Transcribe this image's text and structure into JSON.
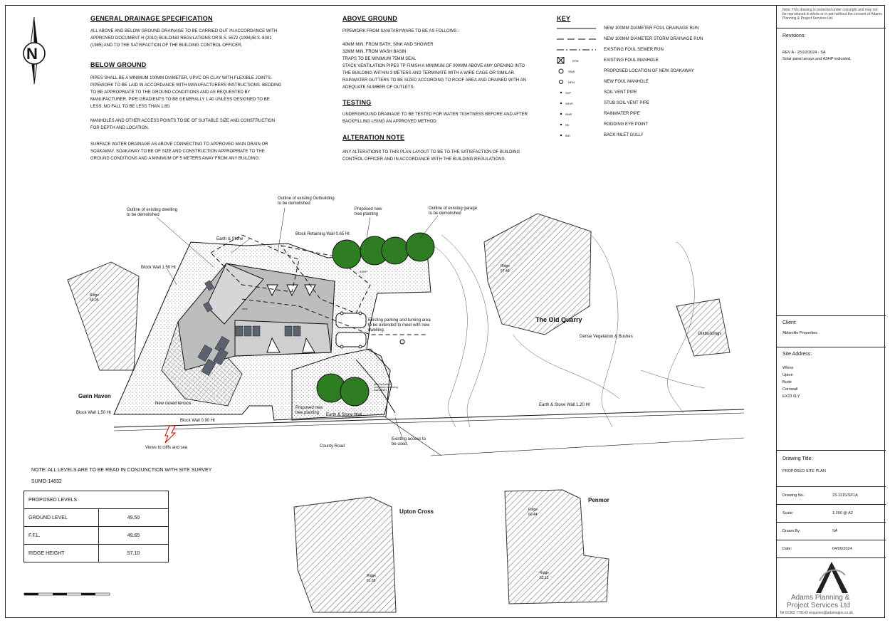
{
  "spec": {
    "general_title": "GENERAL DRAINAGE SPECIFICATION",
    "general_body": "ALL ABOVE AND BELOW GROUND DRAINAGE TO BE CARRIED OUT IN ACCORDANCE WITH\nAPPROVED DOCUMENT H (2010) BUILDING REGULATIONS OR B.S. 5572 (1994)/B.S. 8301\n(1985) AND TO THE SATISFACTION OF THE BUILDING CONTROL OFFICER.",
    "below_title": "BELOW GROUND",
    "below_body_1": "PIPES SHALL BE A MINIMUM 100MM DIAMETER, UPVC OR CLAY WITH FLEXIBLE JOINTS.\nPIPEWORK TO BE LAID IN ACCORDANCE WITH MANUFACTURERS INSTRUCTIONS. BEDDING\nTO BE APPROPRIATE TO THE GROUND CONDITIONS AND AS REQUESTED BY\nMANUFACTURER. PIPE GRADIENTS TO BE GENERALLY 1:40 UNLESS DESIGNED TO BE\nLESS. NO FALL TO BE LESS THAN 1:80.",
    "below_body_2": "MANHOLES AND OTHER ACCESS POINTS TO BE OF SUITABLE SIZE AND CONSTRUCTION\nFOR DEPTH AND LOCATION.",
    "below_body_3": "SURFACE WATER DRAINAGE AS ABOVE CONNECTING TO APPROVED MAIN DRAIN OR\nSOAKAWAY. SOAKAWAY TO BE OF SIZE AND CONSTRUCTION APPROPRIATE TO THE\nGROUND CONDITIONS AND A MINIMUM OF 5 METERS AWAY FROM ANY BUILDING.",
    "above_title": "ABOVE GROUND",
    "above_body_1": "PIPEWORK FROM SANITARYWARE TO BE AS FOLLOWS:-",
    "above_body_2": "40MM MIN. FROM BATH, SINK AND SHOWER\n32MM MIN. FROM WASH BASIN\nTRAPS TO BE MINIMUM 75MM SEAL\nSTACK VENTILATION PIPES TP FINISH A MINIMUM OF 900MM ABOVE ANY OPENING INTO\nTHE BUILDING WITHIN 3 METERS AND TERMINATE WITH A WIRE CAGE OR SIMILAR.\nRAINWATER GUTTERS TO BE SIZED ACCORDING TO ROOF AREA AND DRAINED WITH AN\nADEQUATE NUMBER OF OUTLETS.",
    "testing_title": "TESTING",
    "testing_body": "UNDERGROUND DRAINAGE TO BE TESTED FOR WATER TIGHTNESS BEFORE AND AFTER\nBACKFILLING USING AN APPROVED METHOD.",
    "alteration_title": "ALTERATION NOTE",
    "alteration_body": "ANY ALTERATIONS TO THIS PLAN LAYOUT TO BE TO THE SATISFACTION OF BUILDING\nCONTROL OFFICER AND IN ACCORDANCE WITH THE BUILDING REGULATIONS."
  },
  "key": {
    "title": "KEY",
    "items": [
      "NEW 100mm DIAMETER FOUL DRAINAGE RUN",
      "NEW 100mm DIAMETER STORM DRAINAGE RUN",
      "EXISTING FOUL SEWER RUN",
      "EXISTING FOUL MANHOLE",
      "PROPOSED LOCATION OF NEW SOAKAWAY",
      "NEW FOUL MANHOLE",
      "SOIL VENT PIPE",
      "STUB SOIL VENT PIPE",
      "RAINWATER PIPE",
      "RODDING EYE POINT",
      "BACK INLET GULLY"
    ],
    "sym_efm": "EFM",
    "sym_skw": "SKW",
    "sym_nfm": "NFM",
    "sym_svp": "svp",
    "sym_ssvp": "ssvp",
    "sym_rwp": "rwp",
    "sym_re": "re",
    "sym_big": "big"
  },
  "title_block": {
    "copyright": "Note: This drawing is protected under copyright and may not be reproduced in whole or in part without the consent of Adams Planning & Project Services Ltd.",
    "revisions_label": "Revisions:",
    "revision_1": "REV A - 25/10/2024 - SA",
    "revision_1_note": "Solar panel arrays and ASHP indicated.",
    "client_label": "Client:",
    "client": "Abbeville Properties",
    "site_label": "Site Address:",
    "site_lines": "Whins\nUpton\nBude\nCornwall\nEX23 0LY",
    "drawing_title_label": "Drawing Title:",
    "drawing_title": "PROPOSED SITE PLAN",
    "drawing_no_label": "Drawing No.:",
    "drawing_no": "23-1215/SP1A",
    "scale_label": "Scale:",
    "scale": "1:200 @ A2",
    "drawn_label": "Drawn By:",
    "drawn": "SA",
    "date_label": "Date:",
    "date": "04/06/2024",
    "company_1": "Adams Planning &",
    "company_2": "Project Services Ltd",
    "contact": "Tel:01363 779143   enquiries@adamspps.co.uk"
  },
  "notes": {
    "levels_note": "NOTE: ALL LEVELS ARE TO BE READ IN CONJUNCTION WITH SITE SURVEY",
    "survey_ref": "SUMO-14832"
  },
  "levels": {
    "title": "PROPOSED LEVELS",
    "rows": [
      {
        "label": "GROUND LEVEL",
        "value": "49.50"
      },
      {
        "label": "F.F.L.",
        "value": "49.65"
      },
      {
        "label": "RIDGE HEIGHT",
        "value": "57.10"
      }
    ]
  },
  "plan": {
    "north": "N",
    "outline_dwelling": "Outline of existing dwelling\nto be demolished",
    "outline_outbuilding": "Outline of existing Outbuilding\nto be demolished",
    "proposed_tree_1": "Proposed new\ntree planting",
    "outline_garage": "Outline of existing garage\nto be demolished",
    "earth_stone": "Earth & Stone",
    "retaining_wall": "Block Retaining Wall 0.65 Ht",
    "block_wall_150_top": "Block Wall 1.50 Ht",
    "ridge_left": "Ridge\n59.05",
    "parking": "Existing parking and turning area\nto be extended to meet with new\ndwelling.",
    "ashp": "ASHP",
    "new_dwelling": "new",
    "old_quarry": "The Old Quarry",
    "ridge_quarry": "Ridge\n57.40",
    "dense_veg": "Dense Vegetation & Bushes",
    "outbuildings": "Outbuildings",
    "gwin_haven": "Gwin Haven",
    "block_wall_150_left": "Block Wall 1.50 Ht",
    "new_raised_terrace": "New raised terrace",
    "block_wall_090": "Block Wall 0.90 Ht",
    "proposed_tree_2": "Proposed new\ntree planting",
    "earth_stone_wall": "Earth & Stone Wall",
    "foul_connection": "New foul sewer\nconnection to existing\nmain sewer",
    "earth_stone_wall_120": "Earth & Stone Wall 1.20 Ht",
    "views": "Views to cliffs and sea",
    "county_road": "County Road",
    "existing_access": "Existing access to\nbe used.",
    "upton_cross": "Upton Cross",
    "ridge_upton": "Ridge\n61.65",
    "penmor": "Penmor",
    "ridge_penmor_1": "Ridge\n60.44",
    "ridge_penmor_2": "Ridge\n63.15"
  }
}
